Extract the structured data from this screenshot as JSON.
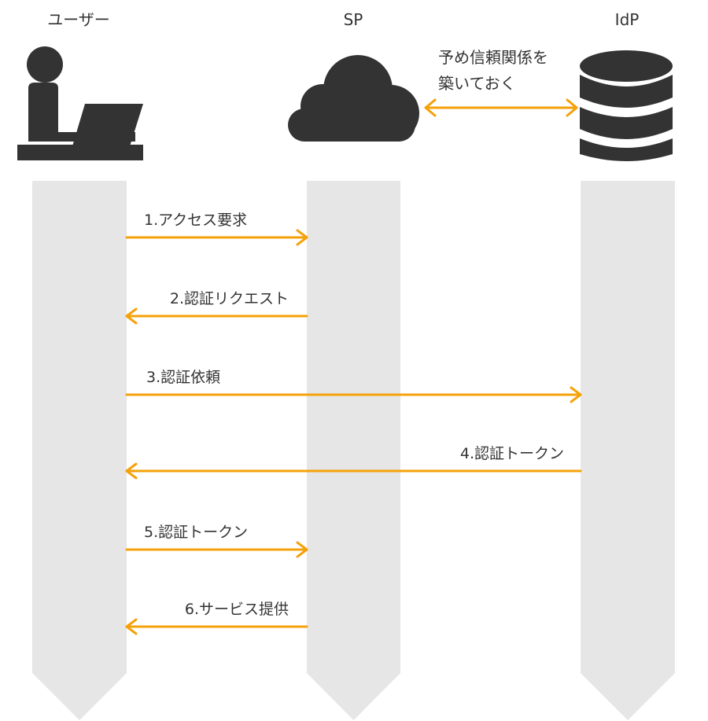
{
  "actors": {
    "user": {
      "label": "ユーザー",
      "icon": "user-at-laptop-icon"
    },
    "sp": {
      "label": "SP",
      "icon": "cloud-icon"
    },
    "idp": {
      "label": "IdP",
      "icon": "database-icon"
    }
  },
  "trust": {
    "line1": "予め信頼関係を",
    "line2": "築いておく"
  },
  "messages": [
    {
      "label": "1.アクセス要求",
      "from": "user",
      "to": "sp"
    },
    {
      "label": "2.認証リクエスト",
      "from": "sp",
      "to": "user"
    },
    {
      "label": "3.認証依頼",
      "from": "user",
      "to": "idp"
    },
    {
      "label": "4.認証トークン",
      "from": "idp",
      "to": "user"
    },
    {
      "label": "5.認証トークン",
      "from": "user",
      "to": "sp"
    },
    {
      "label": "6.サービス提供",
      "from": "sp",
      "to": "user"
    }
  ],
  "colors": {
    "arrow": "#f5a10a",
    "lane": "#e6e6e6",
    "icon": "#333333",
    "text": "#333333"
  }
}
